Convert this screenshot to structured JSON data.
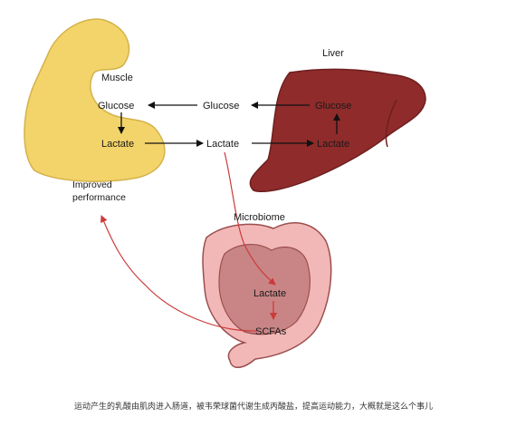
{
  "labels": {
    "muscle": "Muscle",
    "liver": "Liver",
    "microbiome": "Microbiome",
    "muscle_glucose": "Glucose",
    "muscle_lactate": "Lactate",
    "mid_glucose": "Glucose",
    "mid_lactate": "Lactate",
    "liver_glucose": "Glucose",
    "liver_lactate": "Lactate",
    "gut_lactate": "Lactate",
    "scfas": "SCFAs",
    "improved_line1": "Improved",
    "improved_line2": "performance"
  },
  "caption": "运动产生的乳酸由肌肉进入肠道，被韦荣球菌代谢生成丙酸盐，提高运动能力，大概就是这么个事儿",
  "colors": {
    "muscle_fill": "#f3d46a",
    "muscle_stroke": "#d4b24a",
    "liver_fill": "#8f2b2b",
    "liver_stroke": "#6e1f1f",
    "gut_outer": "#f2b8b8",
    "gut_inner": "#c98585",
    "gut_stroke": "#9b4e4e",
    "red_arrow": "#cc3a3a",
    "black_arrow": "#111111"
  }
}
